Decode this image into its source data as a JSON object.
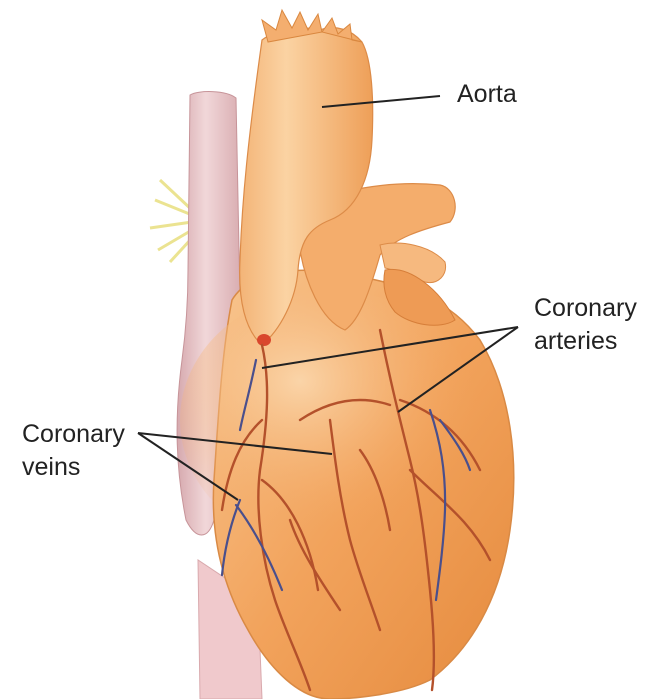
{
  "labels": {
    "aorta": "Aorta",
    "coronary_arteries": [
      "Coronary",
      "arteries"
    ],
    "coronary_veins": [
      "Coronary",
      "veins"
    ]
  },
  "colors": {
    "heart_main": "#f2a35c",
    "heart_light": "#f8c690",
    "heart_shadow": "#d9782e",
    "vena_cava": "#e7c3c6",
    "artery": "#b5502a",
    "vein": "#4a4f8c",
    "nerve": "#e8e08a",
    "leader_line": "#222222"
  }
}
